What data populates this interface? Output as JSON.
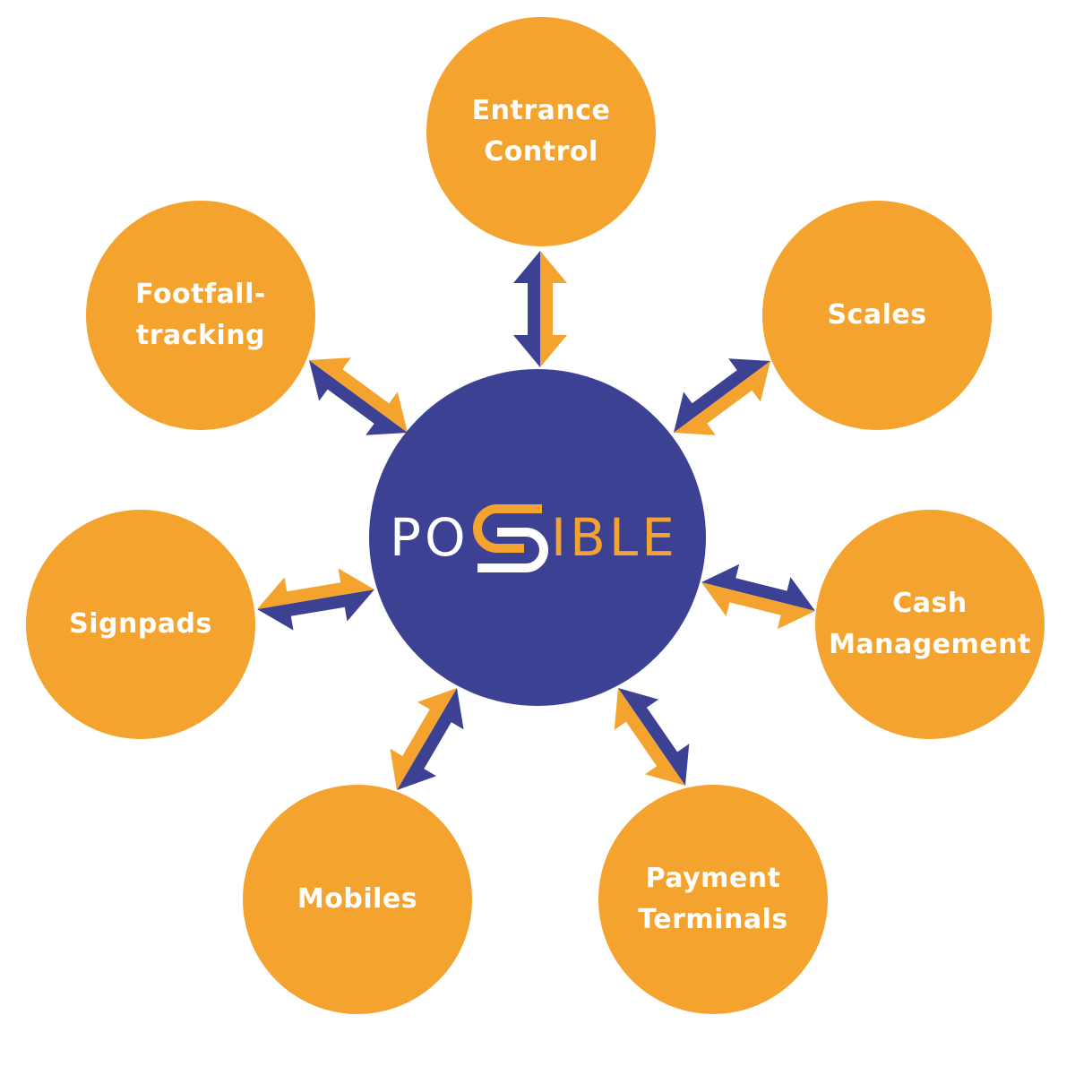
{
  "colors": {
    "hub": "#3d4194",
    "node": "#f4a32e",
    "arrow_a": "#3d4194",
    "arrow_b": "#f4a32e",
    "text": "#ffffff"
  },
  "hub": {
    "logo_text": "POSSIBLE",
    "logo_left": "PO",
    "logo_right": "IBLE"
  },
  "nodes": [
    {
      "label": "Entrance\nControl"
    },
    {
      "label": "Scales"
    },
    {
      "label": "Cash\nManagement"
    },
    {
      "label": "Payment\nTerminals"
    },
    {
      "label": "Mobiles"
    },
    {
      "label": "Signpads"
    },
    {
      "label": "Footfall-\ntracking"
    }
  ]
}
